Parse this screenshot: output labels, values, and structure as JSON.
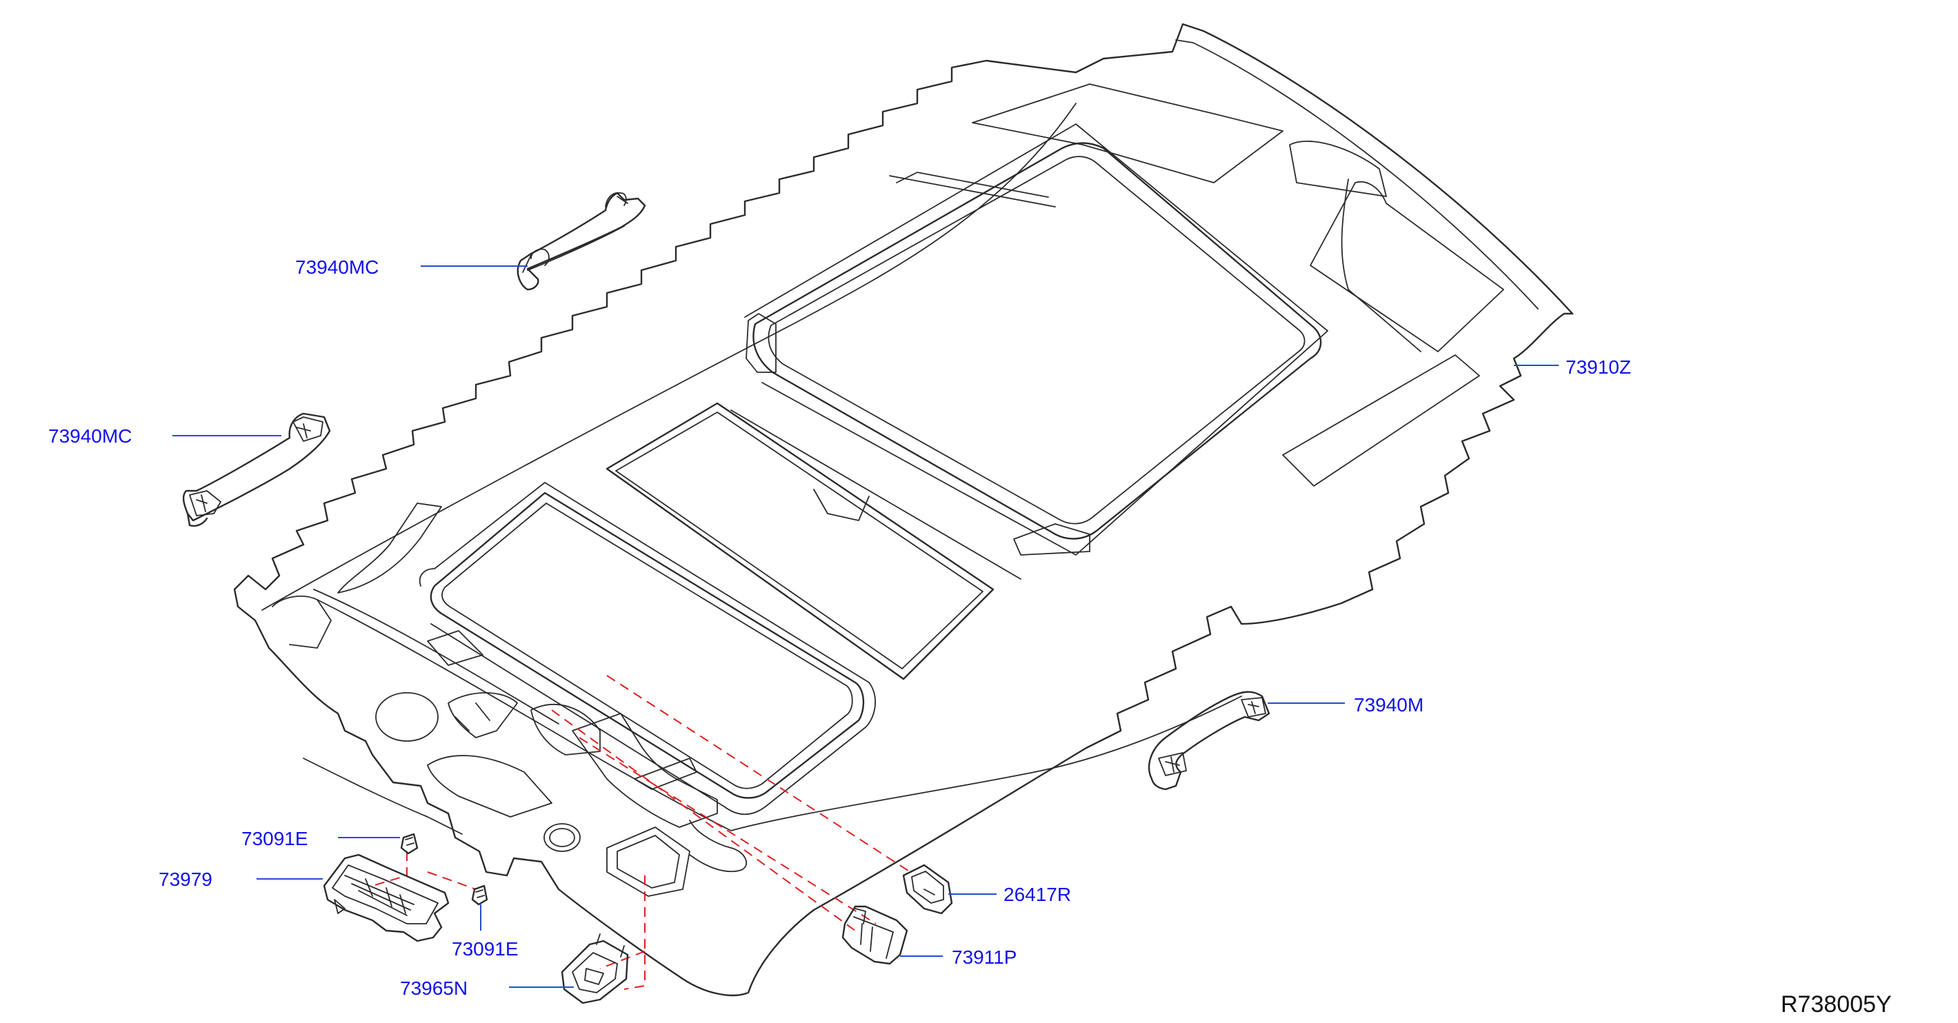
{
  "colors": {
    "linework": "#2b2b2b",
    "callout_text": "#1010ee",
    "leader_lines": "#1f4fd8",
    "dashed_guides": "#e02020",
    "background": "#ffffff"
  },
  "callouts": {
    "grip_upper_left": "73940MC",
    "grip_mid_left": "73940MC",
    "headliner": "73910Z",
    "grip_right": "73940M",
    "clip_top": "73091E",
    "console": "73979",
    "clip_bottom": "73091E",
    "lamp_small": "26417R",
    "lamp_large": "73911P",
    "holder": "73965N"
  },
  "reference_code": "R738005Y"
}
